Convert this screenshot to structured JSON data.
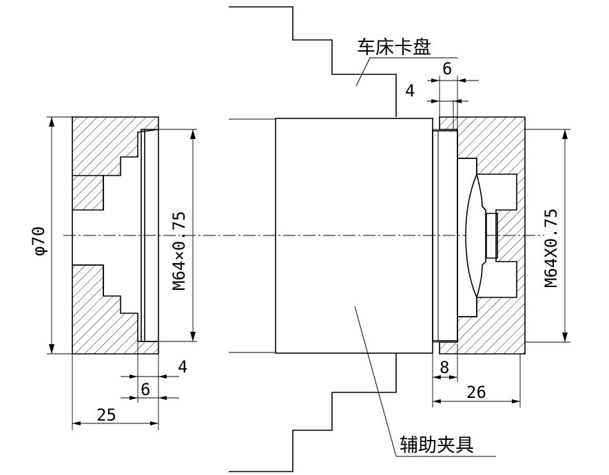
{
  "labels": {
    "chuck": "车床卡盘",
    "fixture": "辅助夹具",
    "diameter": "φ70",
    "thread_left": "M64×0.75",
    "thread_right": "M64X0.75",
    "dim_4_left": "4",
    "dim_6_left": "6",
    "dim_25": "25",
    "dim_6_top": "6",
    "dim_4_top": "4",
    "dim_8": "8",
    "dim_26": "26"
  }
}
